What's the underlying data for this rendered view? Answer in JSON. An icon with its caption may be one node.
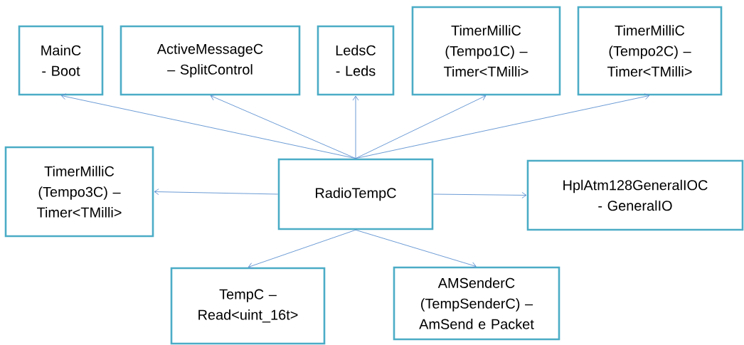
{
  "diagram": {
    "nodes": [
      {
        "text": [
          "MainC - Boot"
        ]
      },
      {
        "text": [
          "ActiveMessageC – SplitControl"
        ]
      },
      {
        "text": [
          "LedsC - Leds"
        ]
      },
      {
        "text": [
          "TimerMilliC (Tempo1C) – Timer<TMilli>"
        ]
      },
      {
        "text": [
          "TimerMilliC (Tempo2C) – Timer<TMilli>"
        ]
      },
      {
        "text": [
          "TimerMilliC (Tempo3C) – Timer<TMilli>"
        ]
      },
      {
        "text": [
          "RadioTempC"
        ]
      },
      {
        "text": [
          "HplAtm128GeneralIOC - GeneralIO"
        ]
      },
      {
        "text": [
          "TempC – Read<uint_16t>"
        ]
      },
      {
        "text": [
          "AMSenderC (TempSenderC) – AmSend e Packet"
        ]
      }
    ],
    "edges": [
      {
        "from": 6,
        "to": 0,
        "arrow": "to"
      },
      {
        "from": 6,
        "to": 1,
        "arrow": "to"
      },
      {
        "from": 6,
        "to": 2,
        "arrow": "to"
      },
      {
        "from": 6,
        "to": 3,
        "arrow": "to"
      },
      {
        "from": 6,
        "to": 4,
        "arrow": "to"
      },
      {
        "from": 6,
        "to": 5,
        "arrow": "to"
      },
      {
        "from": 6,
        "to": 7,
        "arrow": "to"
      },
      {
        "from": 6,
        "to": 8,
        "arrow": "to"
      },
      {
        "from": 6,
        "to": 9,
        "arrow": "to"
      }
    ]
  }
}
